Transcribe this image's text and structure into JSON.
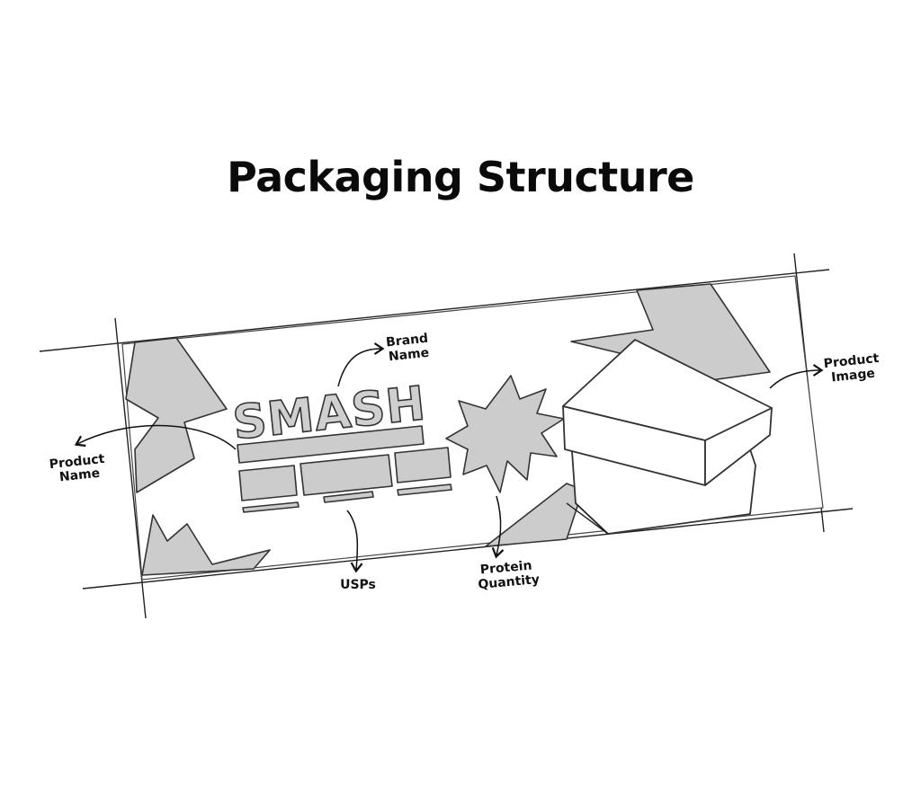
{
  "title": "Packaging Structure",
  "logo_text": "SMASH",
  "callouts": {
    "brand_name": [
      "Brand",
      "Name"
    ],
    "product_name": [
      "Product",
      "Name"
    ],
    "product_image": [
      "Product",
      "Image"
    ],
    "usps": [
      "USPs"
    ],
    "protein_quantity": [
      "Protein",
      "Quantity"
    ]
  },
  "colors": {
    "fill": "#cccccc",
    "stroke": "#333333",
    "text": "#111111"
  }
}
